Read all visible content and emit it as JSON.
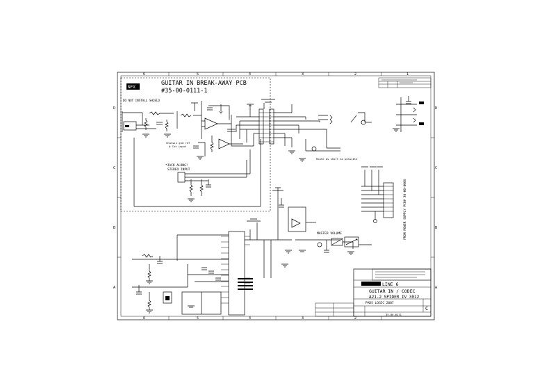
{
  "sheet": {
    "columns": [
      "6",
      "5",
      "4",
      "3",
      "2",
      "1"
    ],
    "rows": [
      "D",
      "C",
      "B",
      "A"
    ]
  },
  "breakaway": {
    "title": "GUITAR IN BREAK-AWAY PCB",
    "part_no": "#35-00-0111-1",
    "logo_text": "NFX",
    "shield_note": "DO NOT INSTALL SHIELD",
    "chassis_note": "Chassis gnd ref",
    "chassis_note2": "@ Ckt input",
    "jack_label": "*JACK ALONG!",
    "jack_label2": "STEREO INPUT"
  },
  "notes": {
    "short_note": "Route as short as possible",
    "master_volume": "MASTER VOLUME",
    "power_supply": "FROM POWER SUPPLY PCB# 30-00-000X"
  },
  "title_block": {
    "logo": "LINE 6",
    "title1": "GUITAR IN / CODEC",
    "title2": "A21-2 SPIDER IV 3012",
    "software": "PADS LOGIC 2007",
    "size": "C",
    "doc_no": "35-00-0111"
  },
  "colors": {
    "ink": "#000000",
    "paper": "#ffffff"
  }
}
